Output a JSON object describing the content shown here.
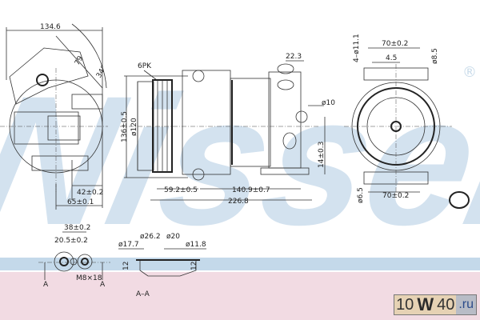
{
  "watermark": "Nissens",
  "registered_mark": "®",
  "side_view": {
    "width": "134.6",
    "angle1": "79",
    "angle2": "34°",
    "dim_42": "42±0.2",
    "dim_65": "65±0.1"
  },
  "front_view": {
    "belt": "6PK",
    "height": "136±0.5",
    "pulley_dia": "ø120",
    "dim_59": "59.2±0.5",
    "dim_140": "140.9±0.7",
    "length": "226.8",
    "dim_22": "22.3",
    "hole": "ø10",
    "dim_14": "14±0.3"
  },
  "rear_view": {
    "holes": "4–ø11.1",
    "top_width": "70±0.2",
    "offset": "4.5",
    "top_dia": "ø8.5",
    "bottom_dia": "ø6.5",
    "bottom_width": "70±0.2"
  },
  "port_view": {
    "dim_38": "38±0.2",
    "dim_20": "20.5±0.2",
    "thread": "M8×18",
    "section_mark": "A"
  },
  "section": {
    "label": "A–A",
    "d1": "ø17.7",
    "d2": "ø26.2",
    "d3": "ø20",
    "d4": "ø11.8",
    "h1": "12",
    "h2": "12"
  },
  "logo": {
    "part1": "10",
    "part2": "W",
    "part3": "40",
    "part4": ".ru"
  }
}
